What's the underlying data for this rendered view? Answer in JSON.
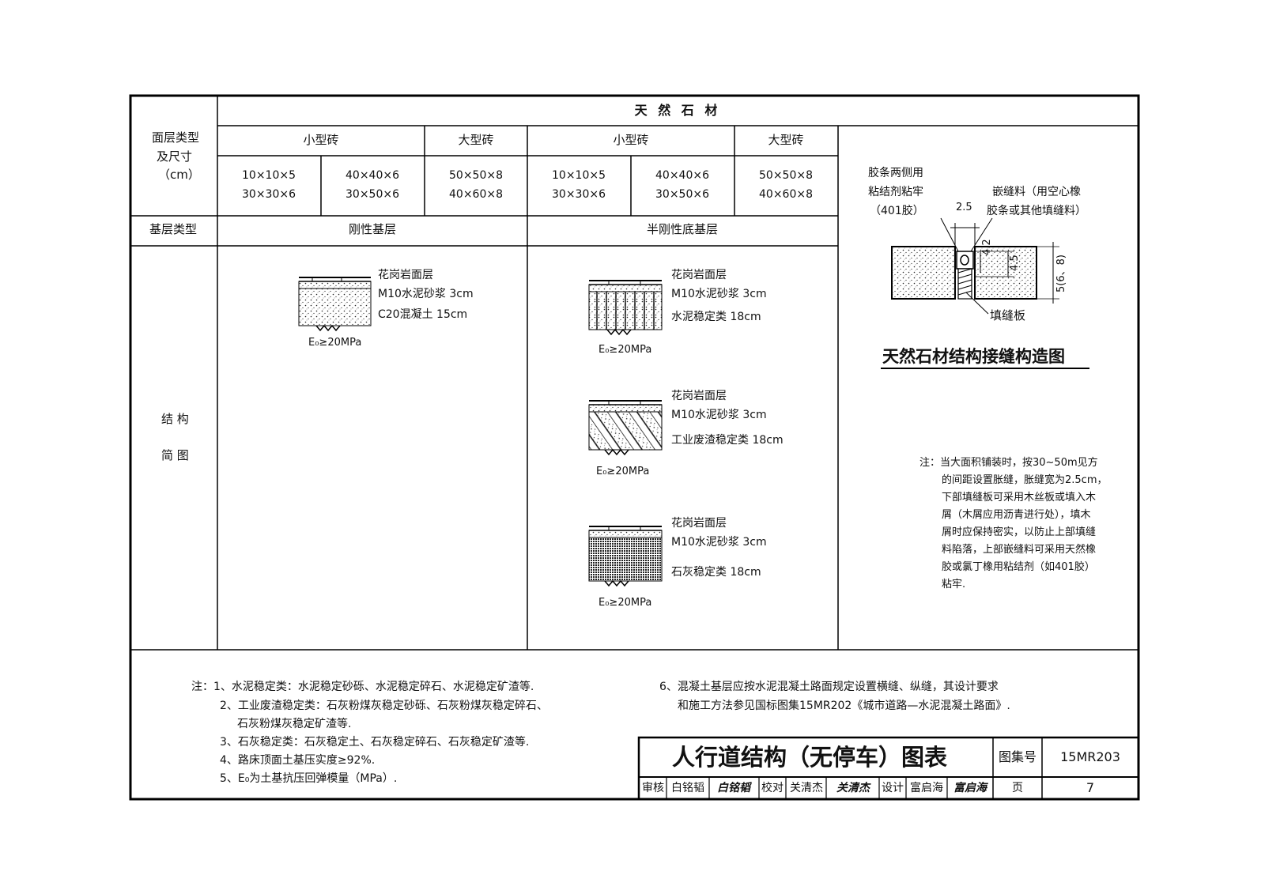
{
  "header": {
    "row_label_line1": "面层类型",
    "row_label_line2": "及尺寸",
    "row_label_line3": "（cm）",
    "material": "天 然 石 材",
    "small_brick_left": "小型砖",
    "large_brick_left": "大型砖",
    "small_brick_right": "小型砖",
    "large_brick_right": "大型砖"
  },
  "sizes": {
    "c1a": "10×10×5",
    "c1b": "30×30×6",
    "c2a": "40×40×6",
    "c2b": "30×50×6",
    "c3a": "50×50×8",
    "c3b": "40×60×8",
    "c4a": "10×10×5",
    "c4b": "30×30×6",
    "c5a": "40×40×6",
    "c5b": "30×50×6",
    "c6a": "50×50×8",
    "c6b": "40×60×8"
  },
  "base": {
    "label": "基层类型",
    "rigid": "刚性基层",
    "semi_rigid": "半刚性底基层"
  },
  "structure_label": {
    "line1": "结 构",
    "line2": "简 图"
  },
  "sections": {
    "rigid": {
      "l1": "花岗岩面层",
      "l2": "M10水泥砂浆  3cm",
      "l3": "C20混凝土  15cm",
      "e0": "E₀≥20MPa"
    },
    "cement": {
      "l1": "花岗岩面层",
      "l2": "M10水泥砂浆  3cm",
      "l3": "水泥稳定类  18cm",
      "e0": "E₀≥20MPa"
    },
    "slag": {
      "l1": "花岗岩面层",
      "l2": "M10水泥砂浆  3cm",
      "l3": "工业废渣稳定类  18cm",
      "e0": "E₀≥20MPa"
    },
    "lime": {
      "l1": "花岗岩面层",
      "l2": "M10水泥砂浆  3cm",
      "l3": "石灰稳定类  18cm",
      "e0": "E₀≥20MPa"
    }
  },
  "joint": {
    "label_left_1": "胶条两侧用",
    "label_left_2": "粘结剂粘牢",
    "label_left_3": "（401胶）",
    "label_right_1": "嵌缝料（用空心橡",
    "label_right_2": "胶条或其他填缝料）",
    "dim_width": "2.5",
    "dim_a": "4.2",
    "dim_b": "4.5",
    "dim_total": "5(6、8)",
    "filler_board": "填缝板",
    "title": "天然石材结构接缝构造图"
  },
  "joint_note": [
    "注：当大面积铺装时，按30~50m见方",
    "的间距设置胀缝，胀缝宽为2.5cm，",
    "下部填缝板可采用木丝板或填入木",
    "屑（木屑应用沥青进行处），填木",
    "屑时应保持密实，以防止上部填缝",
    "料陷落，上部嵌缝料可采用天然橡",
    "胶或氯丁橡用粘结剂（如401胶）",
    "粘牢."
  ],
  "notes_left": [
    "注：1、水泥稳定类：水泥稳定砂砾、水泥稳定碎石、水泥稳定矿渣等.",
    "2、工业废渣稳定类：石灰粉煤灰稳定砂砾、石灰粉煤灰稳定碎石、",
    "石灰粉煤灰稳定矿渣等.",
    "3、石灰稳定类：石灰稳定土、石灰稳定碎石、石灰稳定矿渣等.",
    "4、路床顶面土基压实度≥92%.",
    "5、E₀为土基抗压回弹模量（MPa）."
  ],
  "notes_right": [
    "6、混凝土基层应按水泥混凝土路面规定设置横缝、纵缝，其设计要求",
    "和施工方法参见国标图集15MR202《城市道路—水泥混凝土路面》."
  ],
  "title_block": {
    "title": "人行道结构（无停车）图表",
    "atlas_label": "图集号",
    "atlas_no": "15MR203",
    "review": "审核",
    "reviewer": "白铭韬",
    "check": "校对",
    "checker": "关清杰",
    "design": "设计",
    "designer": "富启海",
    "page_label": "页",
    "page_no": "7",
    "sig_reviewer": "白铭韬",
    "sig_checker": "关清杰",
    "sig_designer": "富启海"
  }
}
